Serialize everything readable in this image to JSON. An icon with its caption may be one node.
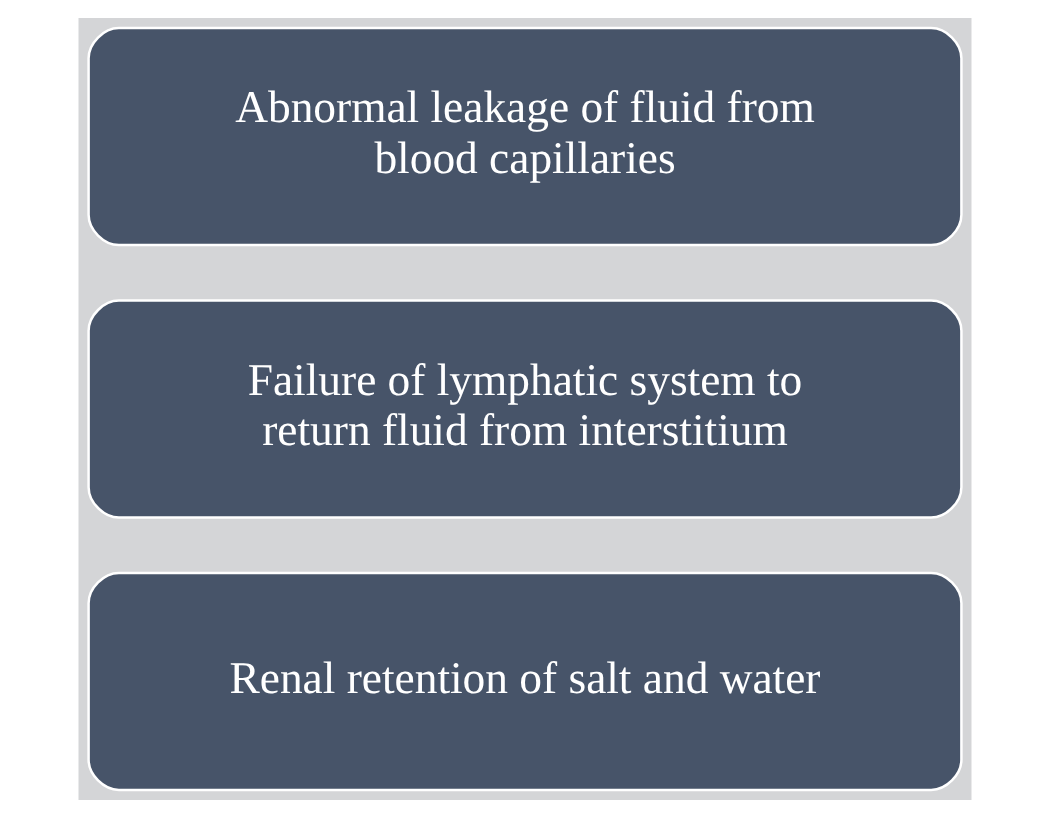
{
  "diagram": {
    "nodes": [
      {
        "text": [
          "Abnormal leakage of fluid from blood capillaries"
        ]
      },
      {
        "text": [
          "Failure of lymphatic system to return fluid from interstitium"
        ]
      },
      {
        "text": [
          "Renal retention of salt and water"
        ]
      }
    ]
  }
}
